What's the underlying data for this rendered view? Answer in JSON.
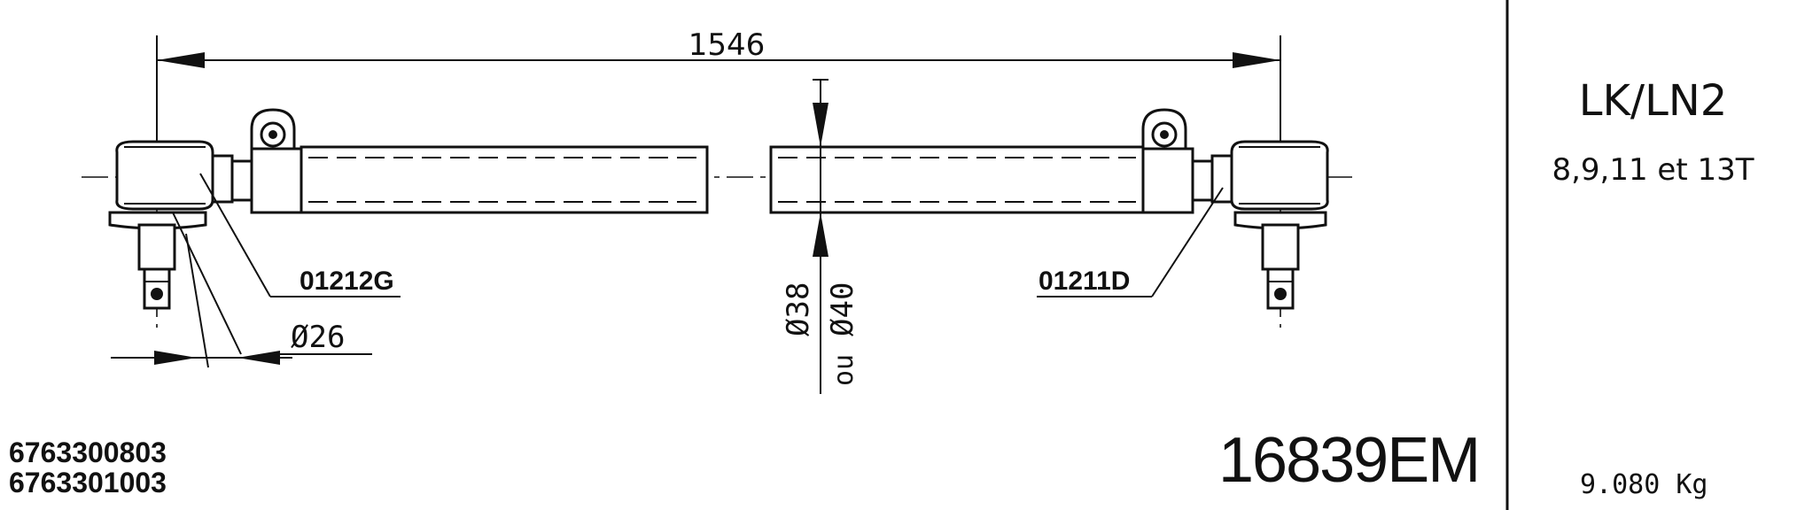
{
  "drawing": {
    "overall_length": "1546",
    "part_left": "01212G",
    "part_right": "01211D",
    "ball_pin_diameter": "Ø26",
    "tube_diameter_a": "Ø38",
    "tube_diameter_or": "ou",
    "tube_diameter_b": "Ø40"
  },
  "refs": {
    "line1": "6763300803",
    "line2": "6763301003"
  },
  "part_number": "16839EM",
  "side_panel": {
    "model": "LK/LN2",
    "tonnage": "8,9,11 et 13T",
    "weight": "9.080 Kg"
  }
}
